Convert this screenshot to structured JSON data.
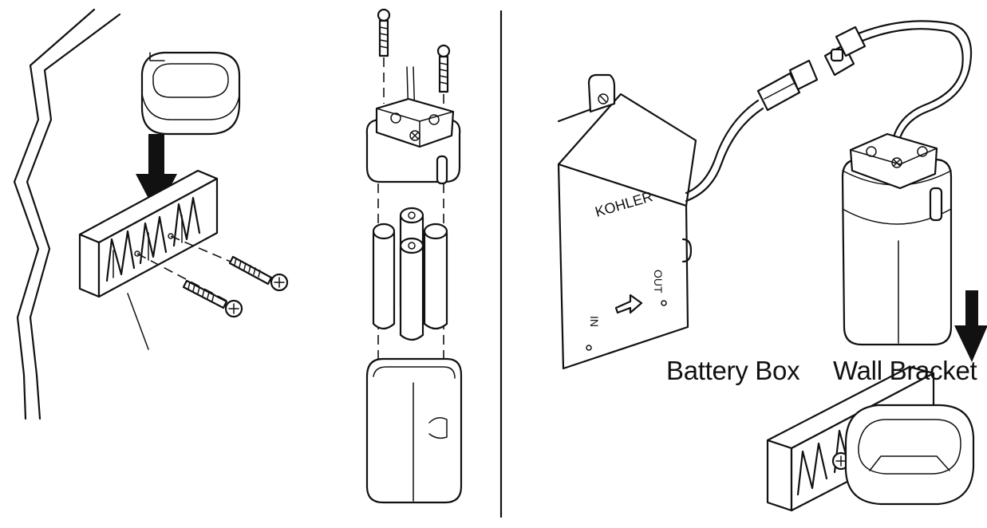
{
  "figure": {
    "labels": {
      "battery_box": "Battery Box",
      "wall_bracket": "Wall Bracket"
    },
    "box_text": {
      "brand": "KOHLER",
      "in": "IN",
      "out": "OUT"
    }
  }
}
